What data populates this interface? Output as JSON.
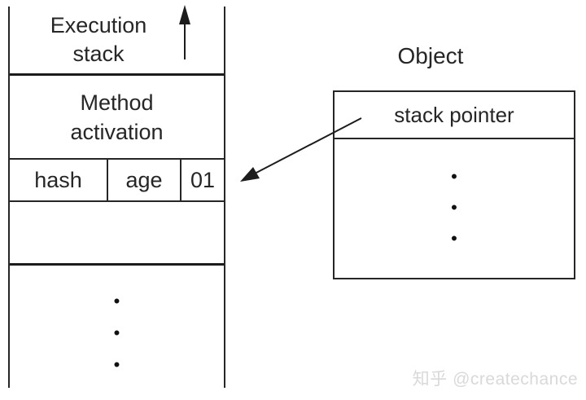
{
  "stack": {
    "title_line1": "Execution",
    "title_line2": "stack",
    "frame_label_line1": "Method",
    "frame_label_line2": "activation",
    "slots": [
      "hash",
      "age",
      "01"
    ],
    "ellipsis_dot": "•"
  },
  "object": {
    "title": "Object",
    "field_label": "stack pointer",
    "ellipsis_dot": "•"
  },
  "watermark": "知乎 @createchance",
  "colors": {
    "line": "#262626",
    "text": "#262626",
    "watermark": "#d9d9d9"
  }
}
